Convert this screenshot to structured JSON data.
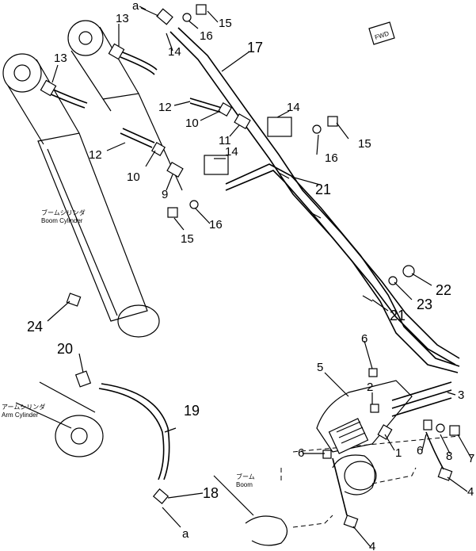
{
  "callouts": {
    "n1": "1",
    "n2": "2",
    "n3": "3",
    "n4a": "4",
    "n4b": "4",
    "n5": "5",
    "n6a": "6",
    "n6b": "6",
    "n6c": "6",
    "n7": "7",
    "n8": "8",
    "n9": "9",
    "n10a": "10",
    "n10b": "10",
    "n11": "11",
    "n12a": "12",
    "n12b": "12",
    "n13a": "13",
    "n13b": "13",
    "n14a": "14",
    "n14b": "14",
    "n14c": "14",
    "n15a": "15",
    "n15b": "15",
    "n15c": "15",
    "n16a": "16",
    "n16b": "16",
    "n16c": "16",
    "n17": "17",
    "n18": "18",
    "n19": "19",
    "n20": "20",
    "n21a": "21",
    "n21b": "21",
    "n22": "22",
    "n23": "23",
    "n24": "24"
  },
  "refs": {
    "a_top": "a",
    "a_bottom": "a"
  },
  "labels": {
    "boom_cyl_jp": "ブームシリンダ",
    "boom_cyl_en": "Boom Cylinder",
    "arm_cyl_jp": "アームシリンダ",
    "arm_cyl_en": "Arm Cylinder",
    "boom_jp": "ブーム",
    "boom_en": "Boom",
    "fwd": "FWD"
  }
}
